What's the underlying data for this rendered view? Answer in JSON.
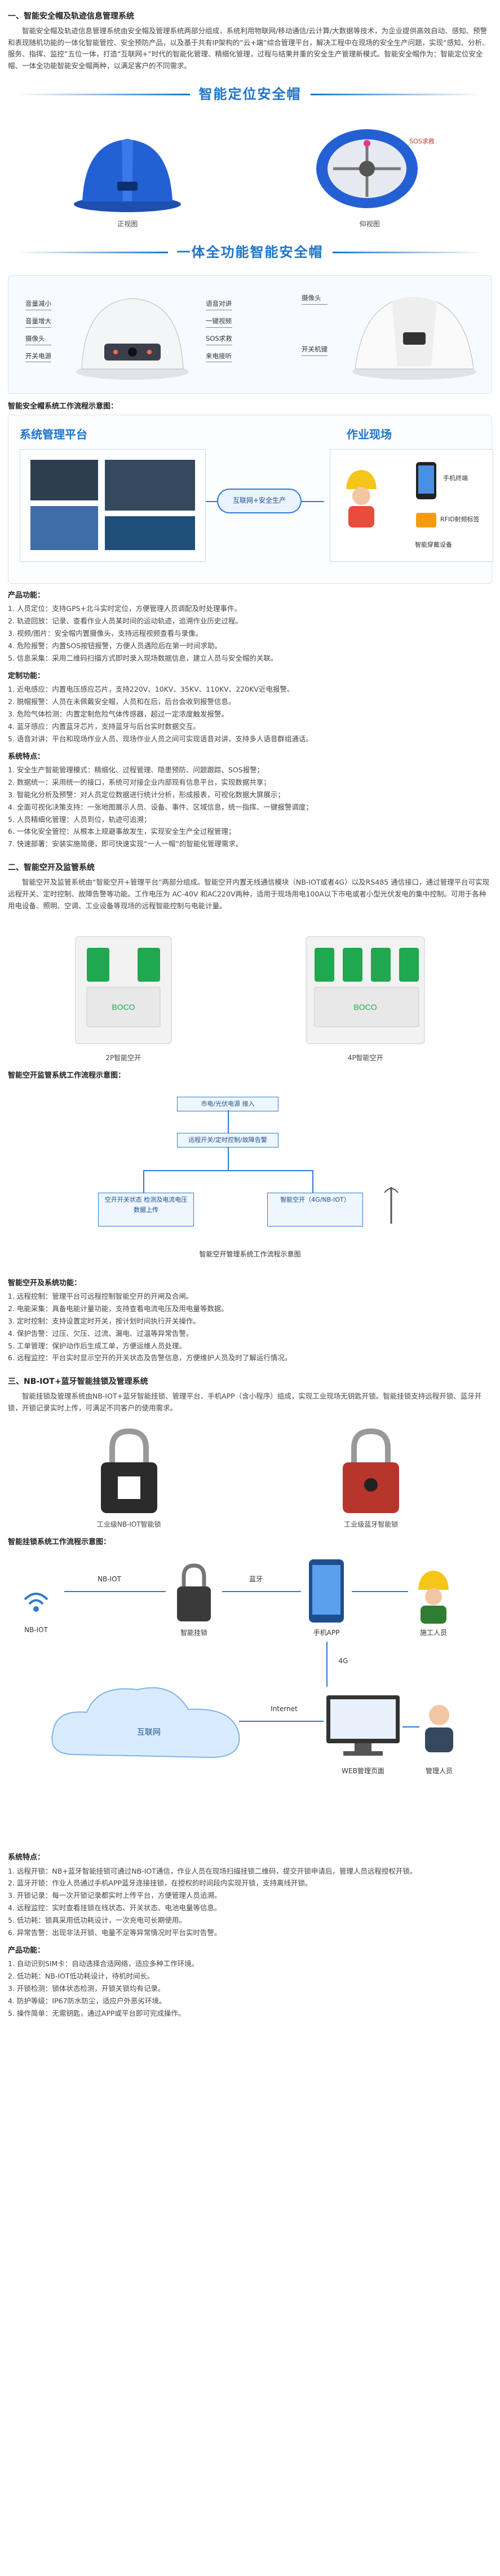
{
  "s1": {
    "title": "一、智能安全帽及轨迹信息管理系统",
    "intro": "智能安全帽及轨迹信息管理系统由安全帽及管理系统两部分组成，系统利用物联网/移动通信/云计算/大数据等技术，为企业提供高效自动、感知、预警和表现随机功能的一体化智能管控、安全预防产品，以及基于共有IP架构的“云+端”综合管理平台，解决工程中在现场的安全生产问题，实现“感知、分析、服务、指挥、监控”五位一体，打造“互联网+”时代的智能化管理、精细化管理，过程与结果并重的安全生产管理新模式。智能安全帽作为：智能定位安全帽、一体全功能智能安全帽两种，以满足客户的不同需求。",
    "banner1": "智能定位安全帽",
    "front_caption": "正视图",
    "top_caption": "仰视图",
    "sos_label": "SOS求救",
    "banner2": "一体全功能智能安全帽",
    "callouts_left": [
      "音量减小",
      "音量增大",
      "摄像头",
      "开关电源"
    ],
    "callouts_mid": [
      "语音对讲",
      "一键视频",
      "SOS求救",
      "来电接听"
    ],
    "callouts_right": [
      "摄像头",
      "开关机键"
    ],
    "diagram_title": "智能安全帽系统工作流程示意图：",
    "platform_label": "系统管理平台",
    "site_label": "作业现场",
    "iot_label": "互联网+安全生产",
    "phone_label": "手机终端",
    "rfid_label": "RFID射频标签",
    "helmet_label": "智能穿戴设备",
    "func_title": "产品功能：",
    "func_items": [
      "1. 人员定位：支持GPS+北斗实时定位，方便管理人员调配及时处理事件。",
      "2. 轨迹回放：记录、查看作业人员某时间的运动轨迹，追溯作业历史过程。",
      "3. 视频/图片：安全帽内置摄像头，支持远程视频查看与录像。",
      "4. 危险报警：内置SOS按钮报警，方便人员遇险后在第一时间求助。",
      "5. 信息采集：采用二维码扫描方式即时录入现场数据信息，建立人员与安全帽的关联。"
    ],
    "custom_title": "定制功能：",
    "custom_items": [
      "1. 近电感应：内置电压感应芯片，支持220V、10KV、35KV、110KV、220KV近电报警。",
      "2. 脱帽报警：人员在未佩戴安全帽，人员和在后，后台会收到报警信息。",
      "3. 危险气体检测：内置定制危险气体传感器，超过一定浓度触发报警。",
      "4. 蓝牙感应：内置蓝牙芯片，支持蓝牙与后台实时数据交互。",
      "5. 语音对讲：平台和现场作业人员、现场作业人员之间可实现语音对讲，支持多人语音群组通话。"
    ],
    "system_title": "系统特点：",
    "system_items": [
      "1. 安全生产智能管理模式：精细化、过程管理、隐患预防、问题跟踪、SOS报警；",
      "2. 数据统一：采用统一的接口，系统可对接企业内部现有信息平台，实现数据共享；",
      "3. 智能化分析及预警：对人员定位数据进行统计分析，形成报表，可视化数据大屏展示；",
      "4. 全面可视化决策支持：一张地图展示人员、设备、事件、区域信息，统一指挥、一键报警调度；",
      "5. 人员精细化管理：人员到位，轨迹可追溯；",
      "6. 一体化安全管控：从根本上规避事故发生，实现安全生产全过程管理；",
      "7. 快速部署：安装实施简便，即可快速实现“一人一帽”的智能化管理需求。"
    ]
  },
  "s2": {
    "title": "二、智能空开及监管系统",
    "intro": "智能空开及监管系统由“智能空开+管理平台”两部分组成。智能空开内置无线通信模块（NB-IOT或者4G）以及RS485 通信接口，通过管理平台可实现远程开关、定时控制、故障告警等功能。工作电压为 AC-40V 和AC220V两种，适用于现场用电100A以下市电或者小型光伏发电的集中控制。可用于各种用电设备、照明、空调、工业设备等现场的远程智能控制与电能计量。",
    "caption_2p": "2P智能空开",
    "caption_4p": "4P智能空开",
    "brand": "BOCO",
    "diagram_title": "智能空开监管系统工作流程示意图：",
    "flow_top": "市电/光伏电源 接入",
    "flow_mid": "远程开关/定时控制/故障告警",
    "flow_left": "空开开关状态 检测及电流电压数据上传",
    "flow_right": "智能空开（4G/NB-IOT）",
    "flow_caption": "智能空开管理系统工作流程示意图",
    "func_title": "智能空开及系统功能：",
    "func_items": [
      "1. 远程控制：管理平台可远程控制智能空开的开闸及合闸。",
      "2. 电能采集：具备电能计量功能，支持查看电流电压及用电量等数据。",
      "3. 定时控制：支持设置定时开关，按计划时间执行开关操作。",
      "4. 保护告警：过压、欠压、过流、漏电、过温等异常告警。",
      "5. 工单管理：保护动作后生成工单，方便运维人员处理。",
      "6. 远程监控：平台实时显示空开的开关状态及告警信息，方便维护人员及时了解运行情况。"
    ]
  },
  "s3": {
    "title": "三、NB-IOT+蓝牙智能挂锁及管理系统",
    "intro": "智能挂锁及管理系统由NB-IOT+蓝牙智能挂锁、管理平台、手机APP（含小程序）组成，实现工业现场无钥匙开锁。智能挂锁支持远程开锁、蓝牙开锁，开锁记录实时上传，可满足不同客户的使用需求。",
    "lock1_caption": "工业级NB-IOT智能锁",
    "lock2_caption": "工业级蓝牙智能锁",
    "diagram_title": "智能挂锁系统工作流程示意图：",
    "nb_label": "NB-IOT",
    "bt_label": "蓝牙",
    "lock_label": "智能挂锁",
    "app_label": "手机APP",
    "worker_label": "施工人员",
    "g4_label": "4G",
    "internet_label": "Internet",
    "cloud_label": "互联网",
    "web_label": "WEB管理页面",
    "admin_label": "管理人员",
    "func_title": "系统特点：",
    "func_items": [
      "1. 远程开锁：NB+蓝牙智能挂锁可通过NB-IOT通信，作业人员在现场扫描挂锁二维码，提交开锁申请后，管理人员远程授权开锁。",
      "2. 蓝牙开锁：作业人员通过手机APP蓝牙连接挂锁，在授权的时间段内实现开锁，支持离线开锁。",
      "3. 开锁记录：每一次开锁记录都实时上传平台，方便管理人员追溯。",
      "4. 远程监控：实时查看挂锁在线状态、开关状态、电池电量等信息。",
      "5. 低功耗：锁具采用低功耗设计，一次充电可长期使用。",
      "6. 异常告警：出现非法开锁、电量不足等异常情况时平台实时告警。"
    ],
    "spec_title": "产品功能：",
    "spec_items": [
      "1. 自动识别SIM卡：自动选择合适网络，适应多种工作环境。",
      "2. 低功耗：NB-IOT低功耗设计，待机时间长。",
      "3. 开锁检测：锁体状态检测，开锁关锁均有记录。",
      "4. 防护等级：IP67防水防尘，适应户外恶劣环境。",
      "5. 操作简单：无需钥匙，通过APP或平台即可完成操作。"
    ]
  }
}
